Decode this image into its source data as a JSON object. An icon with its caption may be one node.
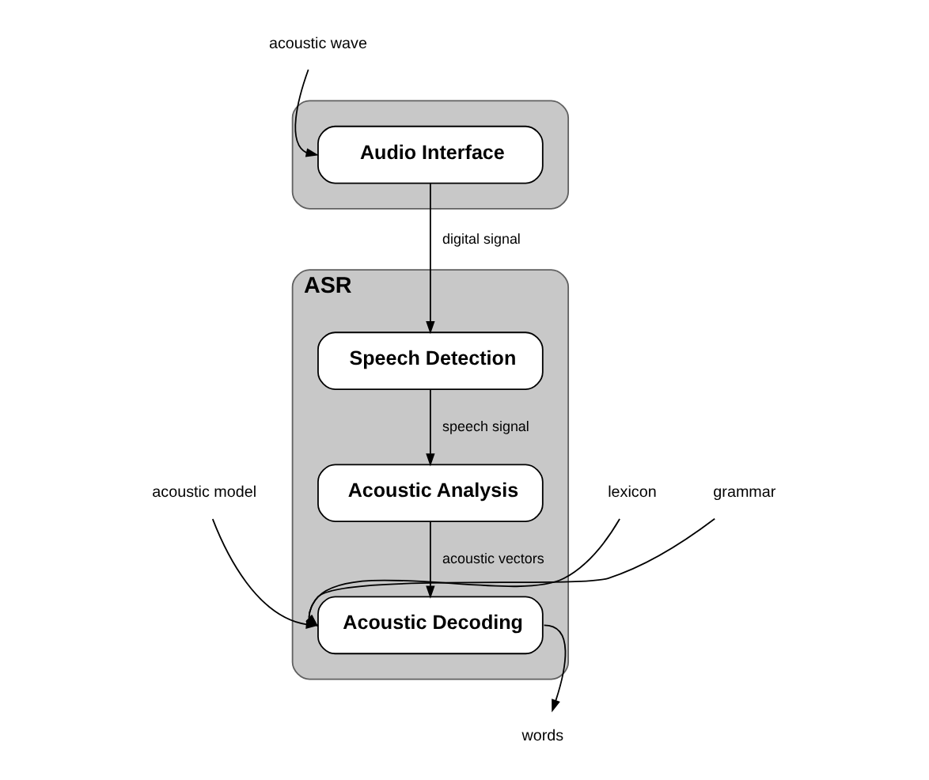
{
  "diagram": {
    "nodes": [
      {
        "text": [],
        "shape": "box"
      },
      {
        "text": [
          "Audio Interface"
        ],
        "in": 0
      },
      {
        "text": [
          "ASR"
        ]
      },
      {
        "text": [
          "Speech Detection"
        ],
        "in": 2
      },
      {
        "text": [
          "Acoustic Analysis"
        ],
        "in": 2
      },
      {
        "text": [
          "Acoustic Decoding"
        ],
        "in": 2
      },
      {
        "text": [
          "acoustic wave"
        ]
      },
      {
        "text": [
          "acoustic model"
        ]
      },
      {
        "text": [
          "lexicon"
        ]
      },
      {
        "text": [
          "grammar"
        ]
      },
      {
        "text": [
          "words"
        ]
      }
    ],
    "edges": [
      {
        "from": 6,
        "to": 1,
        "arrow": "to"
      },
      {
        "from": 1,
        "to": 3,
        "arrow": "to",
        "label": "digital signal"
      },
      {
        "from": 3,
        "to": 4,
        "arrow": "to",
        "label": "speech signal"
      },
      {
        "from": 4,
        "to": 5,
        "arrow": "to",
        "label": "acoustic vectors"
      },
      {
        "from": 7,
        "to": 5,
        "arrow": "to"
      },
      {
        "from": 8,
        "to": 5,
        "arrow": "to"
      },
      {
        "from": 9,
        "to": 5,
        "arrow": "to"
      },
      {
        "from": 5,
        "to": 10,
        "arrow": "to"
      }
    ]
  }
}
